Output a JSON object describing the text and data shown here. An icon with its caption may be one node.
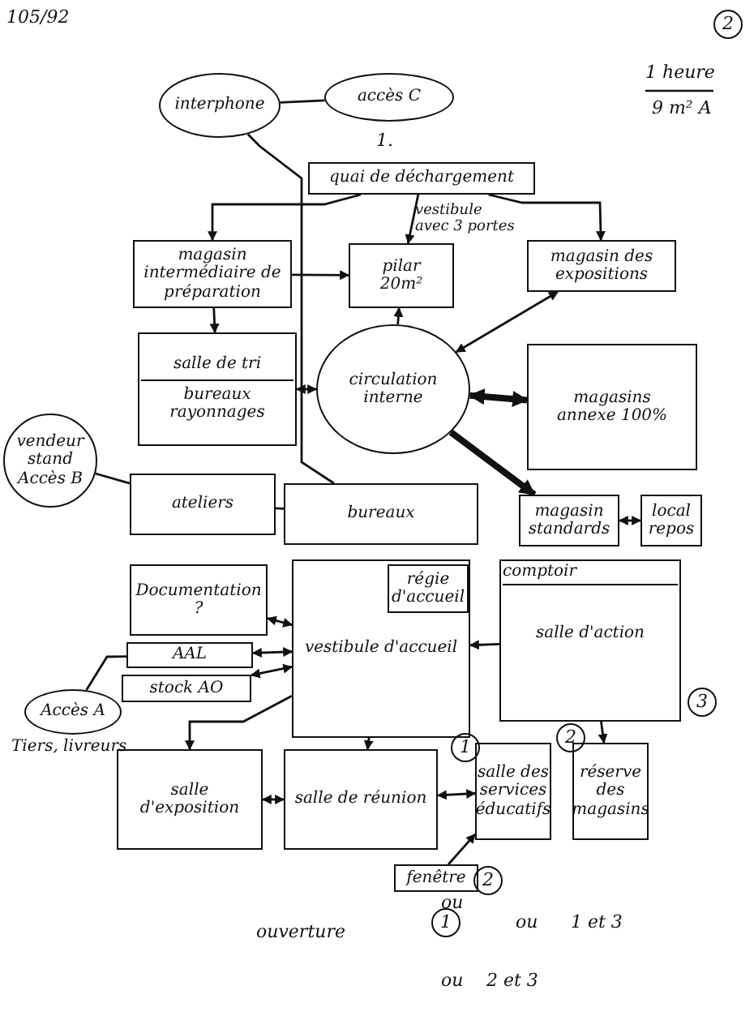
{
  "diagram": {
    "nodes": [
      {
        "text": [
          "interphone"
        ]
      },
      {
        "text": [
          "accès C"
        ]
      },
      {
        "text": [
          "quai de déchargement"
        ]
      },
      {
        "text": [
          "magasin intermédiaire de préparation"
        ]
      },
      {
        "text": [
          "pilar",
          "20m²"
        ]
      },
      {
        "text": [
          "magasin des expositions"
        ]
      },
      {
        "text": [
          "salle de tri",
          "bureaux rayonnages"
        ]
      },
      {
        "text": [
          "circulation interne"
        ]
      },
      {
        "text": [
          "magasins",
          "annexe 100%"
        ]
      },
      {
        "text": [
          "ateliers"
        ]
      },
      {
        "text": [
          "bureaux"
        ]
      },
      {
        "text": [
          "magasin standards"
        ]
      },
      {
        "text": [
          "local repos"
        ]
      },
      {
        "text": [
          "Documentation",
          "?"
        ]
      },
      {
        "text": [
          "AAL"
        ]
      },
      {
        "text": [
          "stock AO"
        ]
      },
      {
        "text": [
          "vestibule d'accueil"
        ]
      },
      {
        "text": [
          "régie d'accueil"
        ],
        "in": 16
      },
      {
        "text": [
          "comptoir",
          "salle d'action"
        ]
      },
      {
        "text": [
          "salle d'exposition"
        ]
      },
      {
        "text": [
          "salle de réunion"
        ]
      },
      {
        "text": [
          "salle des services éducatifs"
        ]
      },
      {
        "text": [
          "réserve des magasins"
        ]
      },
      {
        "text": [
          "fenêtre"
        ]
      },
      {
        "text": [
          "vendeur stand",
          "Accès B"
        ]
      },
      {
        "text": [
          "Accès A"
        ],
        "beside": [
          "Tiers, livreurs"
        ]
      }
    ],
    "edges": [
      {
        "from": 0,
        "to": 1,
        "arrow": "none"
      },
      {
        "from": 0,
        "to": 10,
        "arrow": "none"
      },
      {
        "from": 2,
        "to": 3,
        "arrow": "to"
      },
      {
        "from": 2,
        "to": 4,
        "arrow": "to"
      },
      {
        "from": 2,
        "to": 5,
        "arrow": "to"
      },
      {
        "from": 3,
        "to": 4,
        "arrow": "to"
      },
      {
        "from": 3,
        "to": 6,
        "arrow": "to"
      },
      {
        "from": 7,
        "to": 4,
        "arrow": "to"
      },
      {
        "from": 5,
        "to": 7,
        "arrow": "both"
      },
      {
        "from": 6,
        "to": 7,
        "arrow": "both"
      },
      {
        "from": 7,
        "to": 8,
        "arrow": "both",
        "style": "thick"
      },
      {
        "from": 7,
        "to": 11,
        "arrow": "to",
        "style": "thick"
      },
      {
        "from": 11,
        "to": 12,
        "arrow": "both"
      },
      {
        "from": 24,
        "to": 9,
        "arrow": "none"
      },
      {
        "from": 9,
        "to": 10,
        "arrow": "none"
      },
      {
        "from": 13,
        "to": 16,
        "arrow": "both"
      },
      {
        "from": 14,
        "to": 16,
        "arrow": "both"
      },
      {
        "from": 15,
        "to": 16,
        "arrow": "both"
      },
      {
        "from": 25,
        "to": 14,
        "arrow": "none"
      },
      {
        "from": 16,
        "to": 19,
        "arrow": "to"
      },
      {
        "from": 16,
        "to": 20,
        "arrow": "to"
      },
      {
        "from": 19,
        "to": 20,
        "arrow": "both"
      },
      {
        "from": 20,
        "to": 21,
        "arrow": "both"
      },
      {
        "from": 18,
        "to": 16,
        "arrow": "to"
      },
      {
        "from": 18,
        "to": 22,
        "arrow": "to"
      },
      {
        "from": 23,
        "to": 21,
        "arrow": "to"
      }
    ],
    "labels": [
      "105/92",
      "2",
      "1 heure",
      "9 m² A",
      "1.",
      "vestibule avec 3 portes",
      "1",
      "2",
      "3",
      "ou",
      "2",
      "ouverture",
      "1",
      "ou",
      "1 et 3",
      "ou",
      "2 et 3"
    ]
  }
}
